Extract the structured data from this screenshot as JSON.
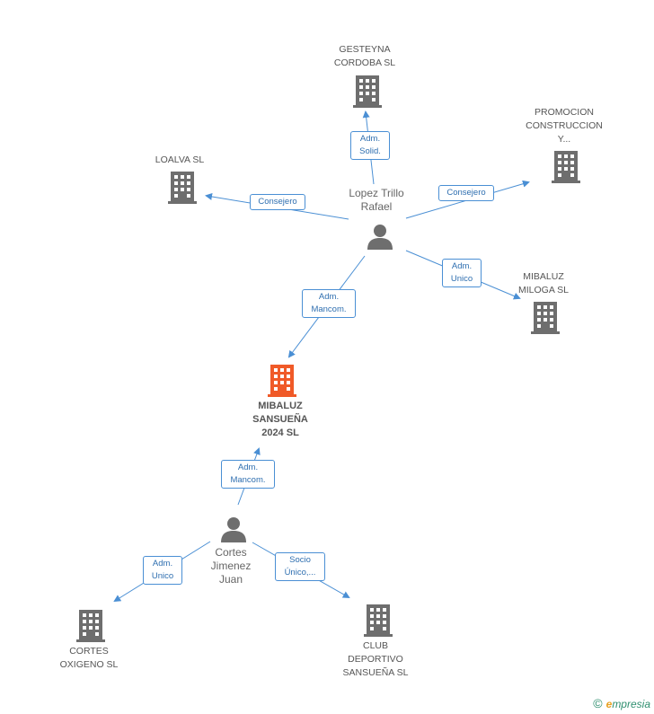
{
  "colors": {
    "edge": "#4a8fd4",
    "building": "#6e6e6e",
    "building_main": "#f05a28",
    "person": "#6e6e6e"
  },
  "nodes": {
    "gesteyna": {
      "line1": "GESTEYNA",
      "line2": "CORDOBA SL"
    },
    "promocion": {
      "line1": "PROMOCION",
      "line2": "CONSTRUCCION",
      "line3": "Y..."
    },
    "loalva": {
      "line1": "LOALVA SL"
    },
    "mibaluz_miloga": {
      "line1": "MIBALUZ",
      "line2": "MILOGA SL"
    },
    "mibaluz_sansuena": {
      "line1": "MIBALUZ",
      "line2": "SANSUEÑA",
      "line3": "2024 SL"
    },
    "cortes_oxigeno": {
      "line1": "CORTES",
      "line2": "OXIGENO SL"
    },
    "club": {
      "line1": "CLUB",
      "line2": "DEPORTIVO",
      "line3": "SANSUEÑA SL"
    }
  },
  "persons": {
    "lopez": {
      "line1": "Lopez Trillo",
      "line2": "Rafael"
    },
    "cortes": {
      "line1": "Cortes",
      "line2": "Jimenez",
      "line3": "Juan"
    }
  },
  "badges": {
    "lopez_gesteyna": {
      "line1": "Adm.",
      "line2": "Solid."
    },
    "lopez_loalva": {
      "line1": "Consejero"
    },
    "lopez_promocion": {
      "line1": "Consejero"
    },
    "lopez_miloga": {
      "line1": "Adm.",
      "line2": "Unico"
    },
    "lopez_sansuena": {
      "line1": "Adm.",
      "line2": "Mancom."
    },
    "cortes_sansuena": {
      "line1": "Adm.",
      "line2": "Mancom."
    },
    "cortes_oxigeno": {
      "line1": "Adm.",
      "line2": "Unico"
    },
    "cortes_club": {
      "line1": "Socio",
      "line2": "Único,..."
    }
  },
  "footer": {
    "copyright": "©",
    "brand_first": "e",
    "brand_rest": "mpresia"
  }
}
